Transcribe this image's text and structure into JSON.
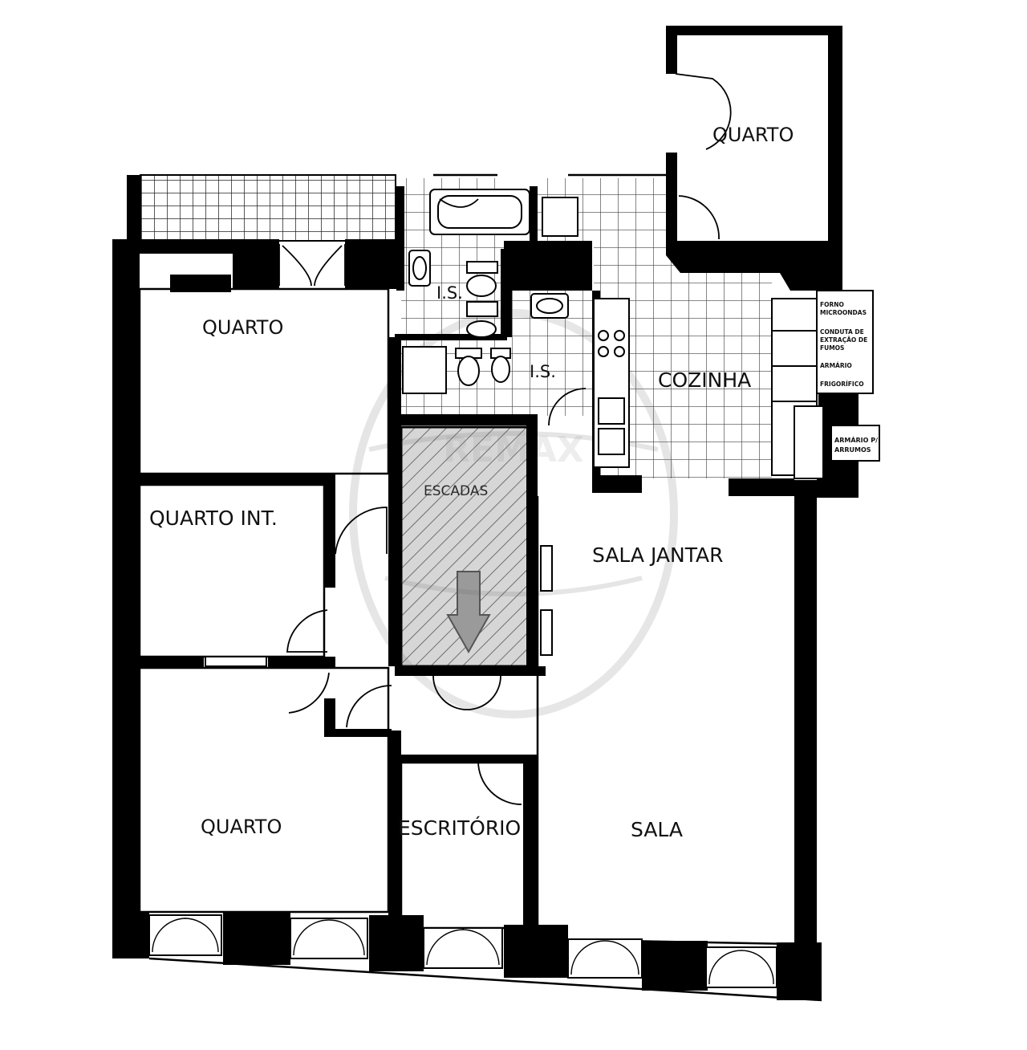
{
  "rooms": {
    "quarto_top_right": "QUARTO",
    "quarto_upper_left": "QUARTO",
    "is_upper": "I.S.",
    "is_lower": "I.S.",
    "cozinha": "COZINHA",
    "quarto_int": "QUARTO INT.",
    "escadas": "ESCADAS",
    "sala_jantar": "SALA JANTAR",
    "quarto_lower_left": "QUARTO",
    "escritorio": "ESCRITÓRIO",
    "sala": "SALA"
  },
  "kitchen_legend": {
    "forno": "FORNO",
    "microondas": "MICROONDAS",
    "conduta_1": "CONDUTA DE",
    "conduta_2": "EXTRAÇÃO DE",
    "conduta_3": "FUMOS",
    "armario": "ARMÁRIO",
    "frigorifico": "FRIGORÍFICO"
  },
  "storage_legend": {
    "line1": "ARMÁRIO P/",
    "line2": "ARRUMOS"
  },
  "watermark": "REMAX",
  "colors": {
    "wall": "#000000",
    "tile_line": "#444444",
    "stair_fill": "#d6d6d6",
    "arrow_fill": "#9a9a9a"
  }
}
